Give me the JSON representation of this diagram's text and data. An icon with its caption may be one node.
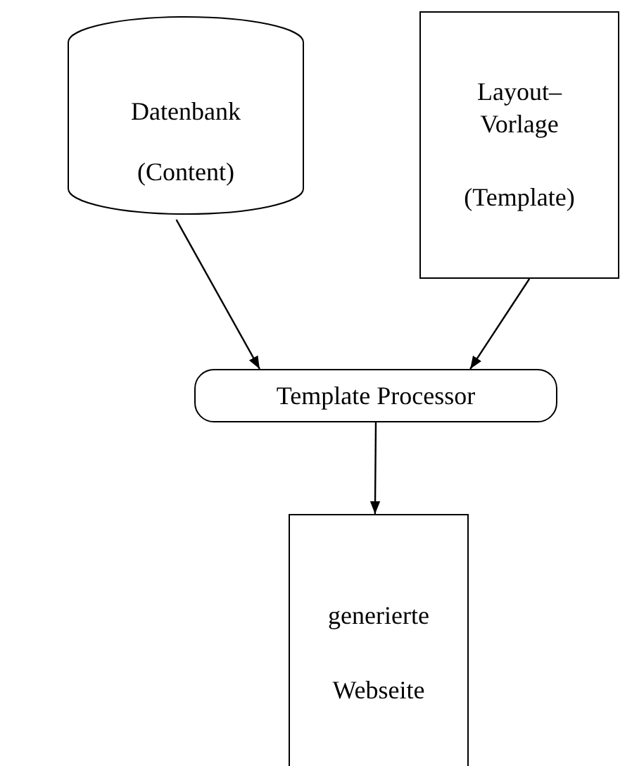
{
  "diagram": {
    "nodes": [
      {
        "text": [
          "Datenbank",
          "(Content)"
        ]
      },
      {
        "text": [
          "Layout– Vorlage",
          "(Template)"
        ]
      },
      {
        "text": [
          "Template Processor"
        ]
      },
      {
        "text": [
          "generierte",
          "Webseite"
        ]
      }
    ],
    "edges": [
      {
        "from": 0,
        "to": 2,
        "arrow": "to"
      },
      {
        "from": 1,
        "to": 2,
        "arrow": "to"
      },
      {
        "from": 2,
        "to": 3,
        "arrow": "to"
      }
    ]
  }
}
